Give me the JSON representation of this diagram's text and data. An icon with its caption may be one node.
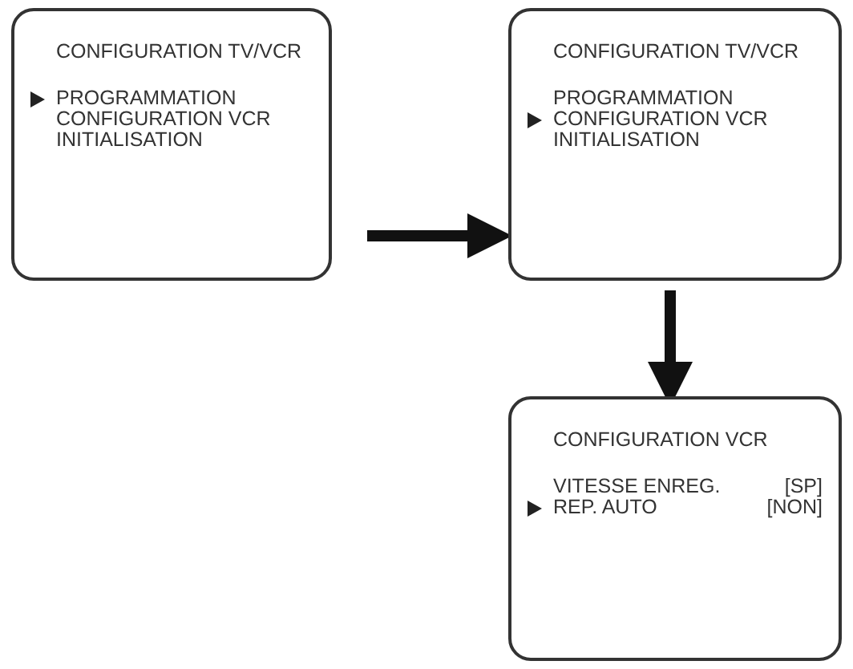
{
  "diagram": {
    "nodes": [
      {
        "text": [
          "CONFIGURATION TV/VCR",
          "PROGRAMMATION",
          "CONFIGURATION VCR",
          "INITIALISATION"
        ]
      },
      {
        "text": [
          "CONFIGURATION TV/VCR",
          "PROGRAMMATION",
          "CONFIGURATION VCR",
          "INITIALISATION"
        ]
      },
      {
        "text": [
          "CONFIGURATION VCR",
          "VITESSE ENREG.",
          "[SP]",
          "REP. AUTO",
          "[NON]"
        ]
      }
    ],
    "edges": [
      {
        "from": 0,
        "to": 1,
        "arrow": "to"
      },
      {
        "from": 1,
        "to": 2,
        "arrow": "to"
      }
    ]
  }
}
